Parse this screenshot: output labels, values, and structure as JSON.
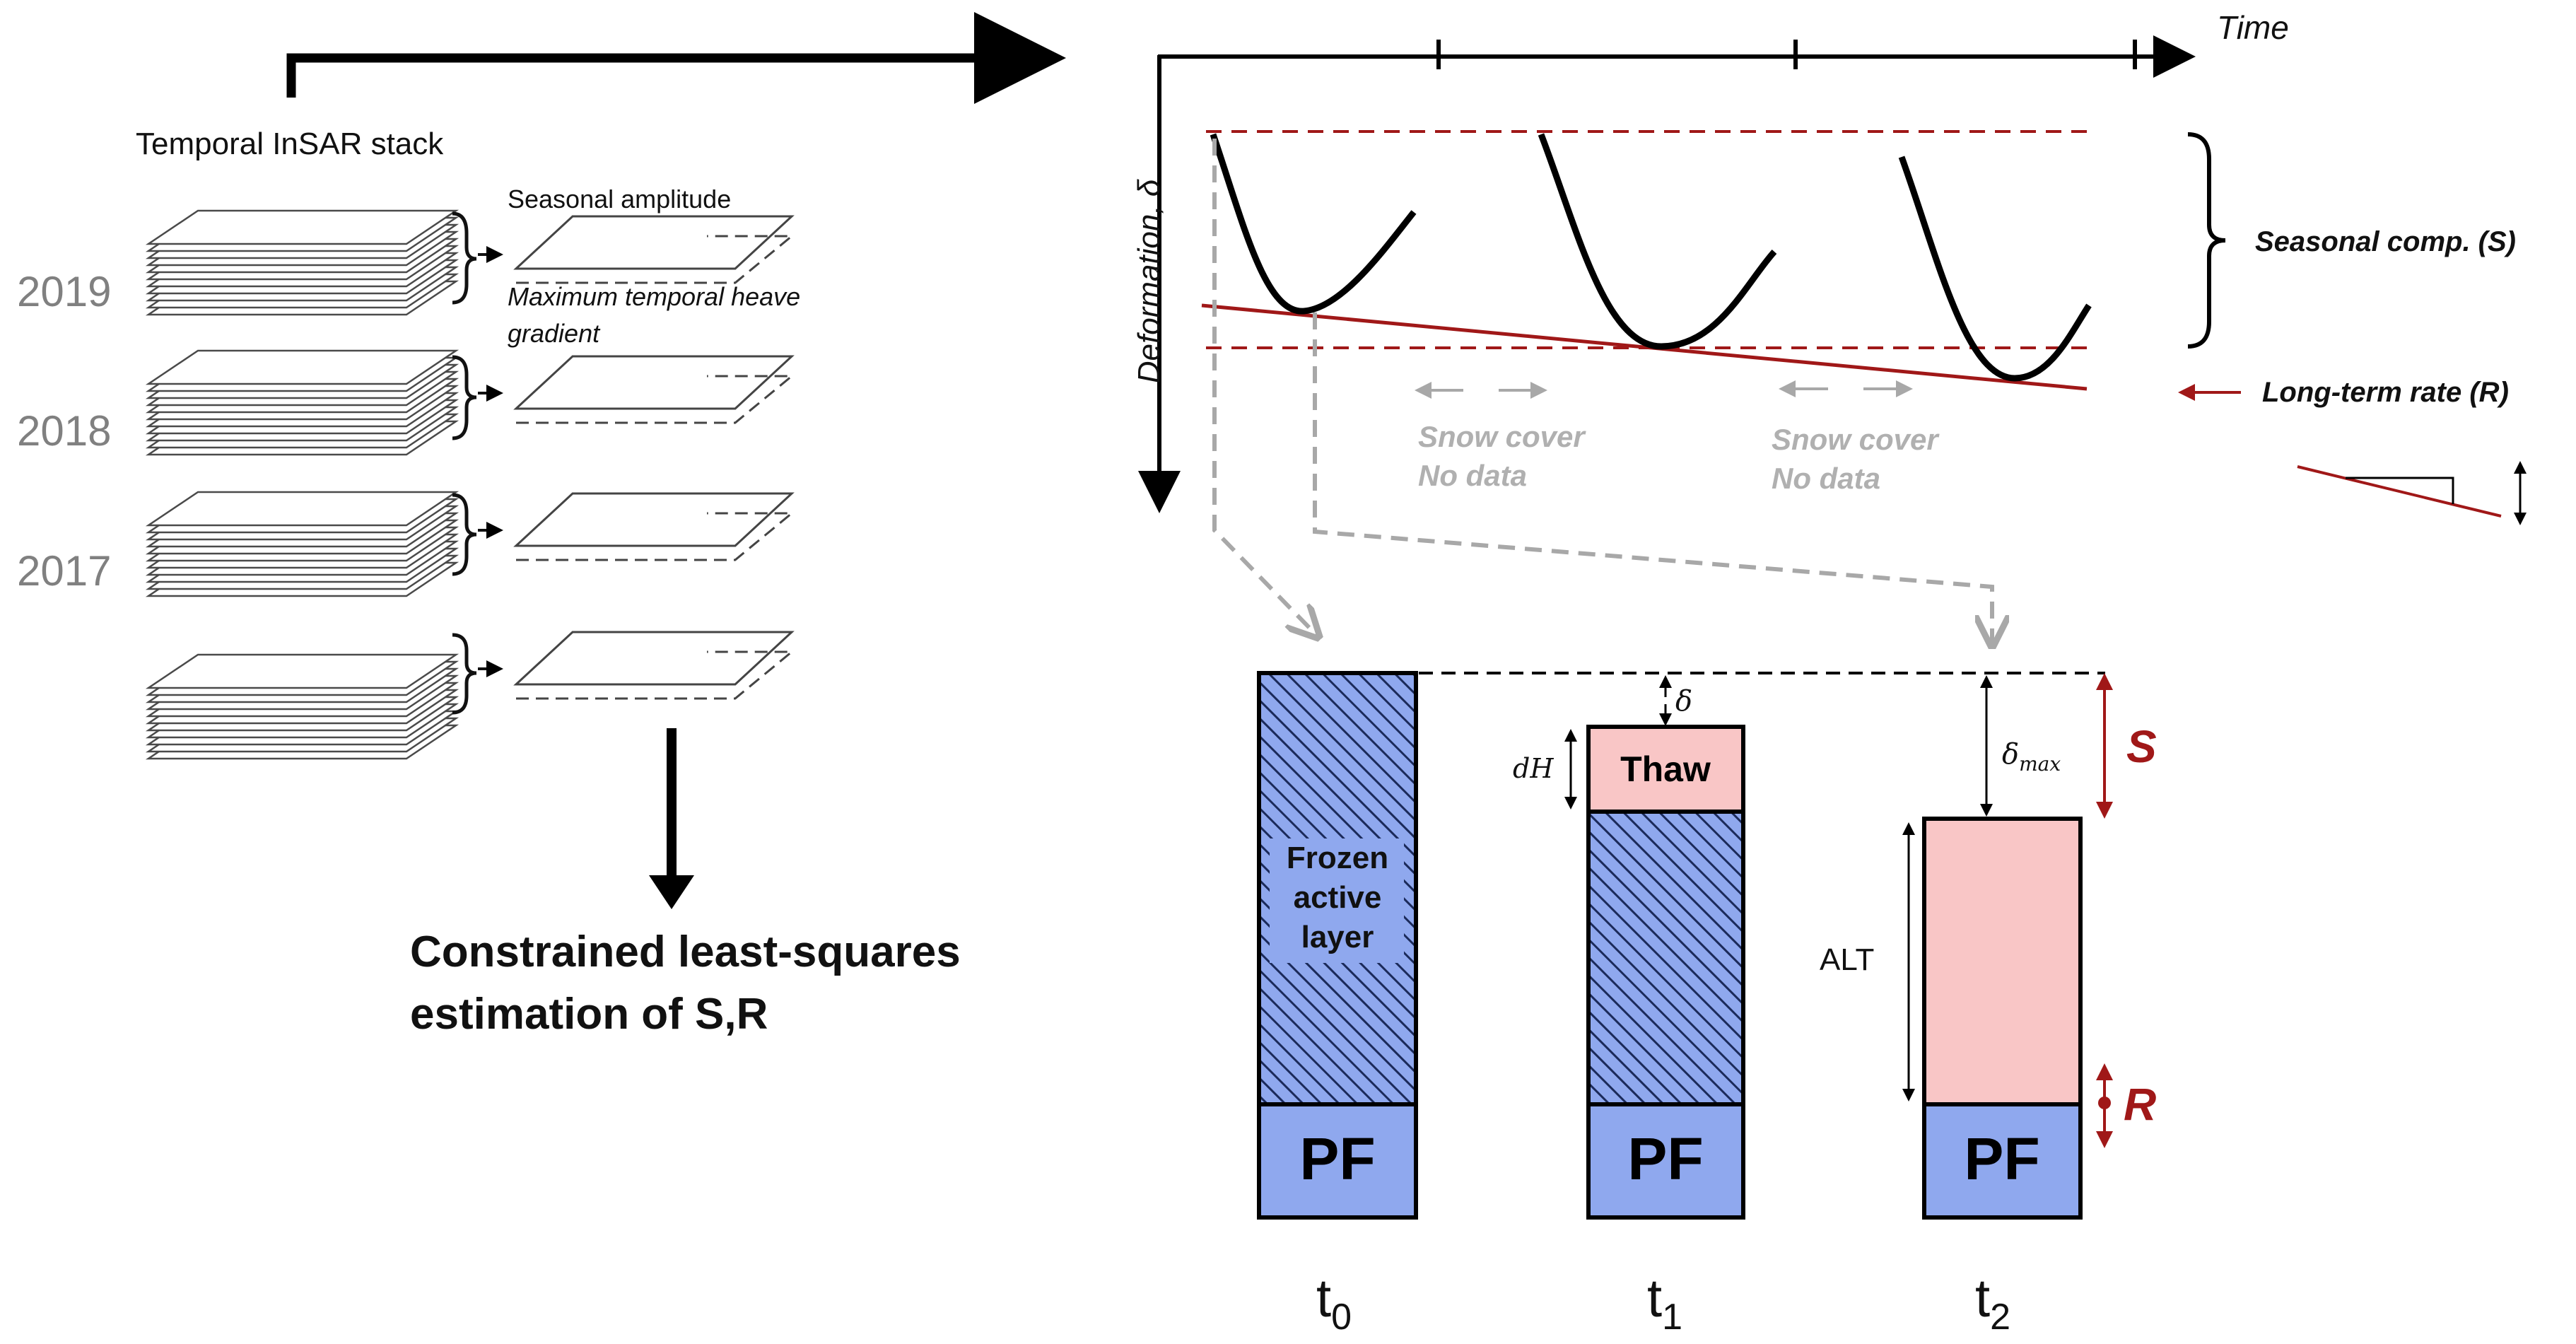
{
  "left_panel": {
    "stack_title": "Temporal InSAR stack",
    "years": [
      "2019",
      "2018",
      "2017"
    ],
    "seasonal_amplitude": "Seasonal amplitude",
    "heave_gradient_line1": "Maximum temporal heave",
    "heave_gradient_line2": "gradient",
    "estimation_line1": "Constrained least-squares",
    "estimation_line2": "estimation of S,R"
  },
  "plot": {
    "time_label": "Time",
    "deformation_label": "Deformation, δ",
    "seasonal_label": "Seasonal comp. (S)",
    "longterm_label": "Long-term rate (R)",
    "snow_cover": "Snow cover",
    "no_data": "No data"
  },
  "columns": {
    "frozen_line1": "Frozen",
    "frozen_line2": "active",
    "frozen_line3": "layer",
    "thaw": "Thaw",
    "pf": "PF",
    "delta": "δ",
    "dH": "dH",
    "delta_max": "δ",
    "delta_max_sub": "max",
    "alt": "ALT",
    "S": "S",
    "R": "R",
    "t_prefix": "t",
    "t_subs": [
      "0",
      "1",
      "2"
    ]
  },
  "colors": {
    "frozen_fill": "#8fa8ee",
    "thaw_fill": "#f9c6c6",
    "pf_fill": "#8fa8ee",
    "accent_red": "#a01818",
    "guide_gray": "#a8a8a8",
    "snow_gray": "#b0b0b0"
  }
}
